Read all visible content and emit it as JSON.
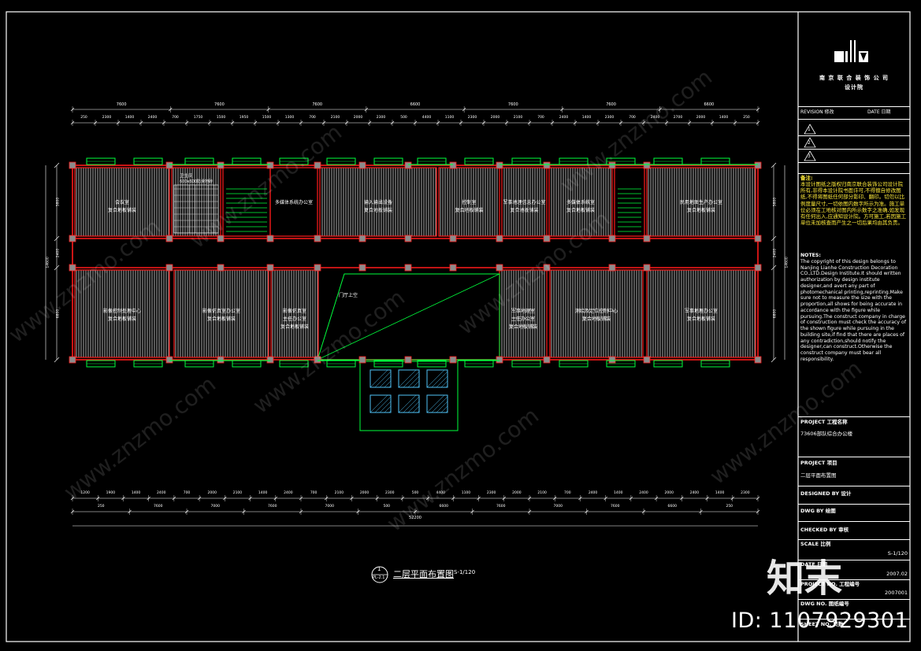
{
  "title_block": {
    "company_line1": "南 京 联 合 装 饰 公 司",
    "company_line2": "设计院",
    "revision_label": "REVISION 修改",
    "date_label": "DATE 日期",
    "revisions": [
      "1",
      "2",
      "3"
    ],
    "notes_heading": "备注:",
    "notes_cn": "本设计图纸之版权归南京联合装饰公司设计院所有,非得本设计院书面许可,不得擅自修改图纸,不得将图纸任何部分影印、翻印。切勿以比例度量尺寸,一切依图内数字所示为准。施工单位必须在工地核对图内所示数字之准确,如发现有任何出入,应通知设计院。方可施工,若因施工单位未加核查而产生之一切后果均由其负责。",
    "notes_en_heading": "NOTES:",
    "notes_en": "The copyright of this design belongs to Nanjing Lianhe Construction Decoration CO.,LTD.Design Institute.It should written authorization by design institute designer,and avert any part of photomechanical printing,reprinting.Make sure not to measure the size with the proportion,all shows for being accurate in accordance with the figure while pursuing.The construct company in charge of construction must check the accuracy of the shown figure while pursuing in the building site,if find that there are places of any contradiction,should notify the designer,can construct.Otherwise the construct company must bear all responsibility.",
    "project_name_label": "PROJECT 工程名称",
    "project_name": "73606部队综合办公楼",
    "project_item_label": "PROJECT 项目",
    "project_item": "二层平面布置图",
    "designed_by": "DESIGNED BY 设计",
    "drawn_by": "DWG BY 绘图",
    "checked_by": "CHECKED BY 审核",
    "scale_label": "SCALE 比例",
    "scale_value": "S-1/120",
    "date_block_label": "DATE 日期",
    "date_value": "2007.02",
    "project_no_label": "PROJECT NO. 工程编号",
    "project_no_value": "2007001",
    "dwg_no_label": "DWG NO. 图纸编号",
    "sheet_label": "SHEET NO. 页数"
  },
  "plan": {
    "title_symbol": "1",
    "title_sub": "PL-2.1",
    "title": "二层平面布置图",
    "scale": "S-1/120",
    "lobby_label": "门厅上空",
    "wc_label": "卫生间",
    "wc_floor": "600x600防滑地砖",
    "overall_dim": "52200",
    "top_dims_major": [
      "7600",
      "7600",
      "7600",
      "6600",
      "7600",
      "7600",
      "6600"
    ],
    "top_dims_minor": [
      "250",
      "2300",
      "1400",
      "2400",
      "700",
      "1750",
      "1500",
      "1950",
      "1500",
      "1300",
      "700",
      "2100",
      "2000",
      "2300",
      "500",
      "4400",
      "1100",
      "2300",
      "2000",
      "2100",
      "700",
      "2400",
      "1400",
      "2300",
      "700",
      "2400",
      "2700",
      "2000",
      "1400",
      "250"
    ],
    "bottom_dims_minor": [
      "1200",
      "1900",
      "1400",
      "2400",
      "700",
      "2000",
      "2100",
      "1400",
      "2400",
      "700",
      "2100",
      "2000",
      "2300",
      "500",
      "4400",
      "1100",
      "2300",
      "2000",
      "2100",
      "700",
      "2400",
      "1400",
      "2400",
      "2000",
      "2400",
      "1400",
      "2300"
    ],
    "bottom_dims_major": [
      "250",
      "7600",
      "7000",
      "7600",
      "7000",
      "500",
      "6600",
      "7600",
      "7000",
      "7600",
      "6600",
      "250"
    ],
    "side_dims_left": [
      "5800",
      "2400",
      "6800"
    ],
    "side_dims_left_total": "14600",
    "side_dims_right": [
      "5800",
      "2400",
      "6800"
    ],
    "side_dims_right_total": "14600",
    "rooms_top": [
      {
        "name": "会议室",
        "floor": "复合地板铺装"
      },
      {
        "name": "多媒体系统办公室",
        "floor": ""
      },
      {
        "name": "输入输出设备",
        "floor": "复合地板铺装"
      },
      {
        "name": "控制室",
        "floor": "复合地板铺装"
      },
      {
        "name": "军事地理信息办公室",
        "floor": "复合地板铺装"
      },
      {
        "name": "多媒体系统室",
        "floor": "复合地板铺装"
      },
      {
        "name": "民用地图生产办公室",
        "floor": "复合地板铺装"
      }
    ],
    "rooms_bottom": [
      {
        "name": "影像控制处理中心",
        "floor": "复合地板铺装"
      },
      {
        "name": "影像仿真室办公室",
        "floor": "复合地板铺装"
      },
      {
        "name": "影像仿真室",
        "sub": "主任办公室",
        "floor": "复合地板铺装"
      },
      {
        "name": "军事地理室",
        "sub": "主任办公室",
        "floor": "复合地板铺装"
      },
      {
        "name": "测绘及定位控制中心",
        "floor": "复合地板铺装"
      },
      {
        "name": "军事地理办公室",
        "floor": "复合地板铺装"
      }
    ]
  },
  "watermark": {
    "text": "www.znzmo.com",
    "brand": "知末",
    "id_text": "ID: 1107929301"
  },
  "colors": {
    "wall": "#ff1a1a",
    "window": "#00ff3c",
    "dim": "#ffffff",
    "background": "#000000",
    "hatch": "#bfbfbf"
  }
}
